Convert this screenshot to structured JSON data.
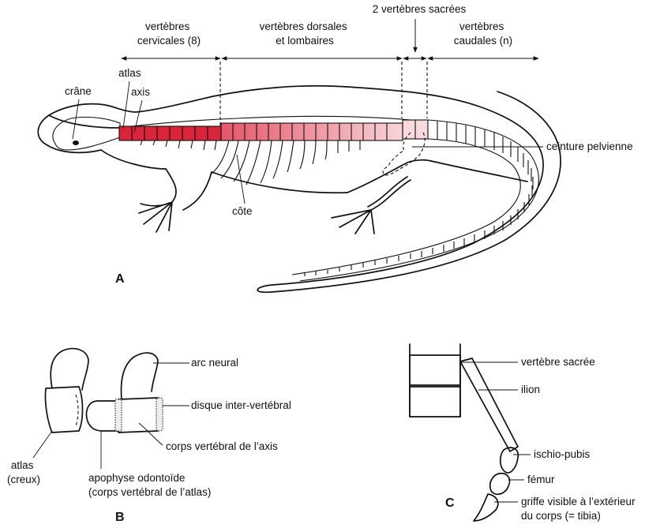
{
  "colors": {
    "cervical": "#d9243a",
    "dorsal_gradient": [
      "#e6566a",
      "#f7d4d8"
    ],
    "sacral": "#f8d9dc",
    "outline": "#111111"
  },
  "panel_a": {
    "letter": "A",
    "regions": {
      "cervical": [
        "vertèbres",
        "cervicales (8)"
      ],
      "dorsal": [
        "vertèbres dorsales",
        "et lombaires"
      ],
      "sacral": "2 vertèbres sacrées",
      "caudal": [
        "vertèbres",
        "caudales (n)"
      ]
    },
    "labels": {
      "crane": "crâne",
      "atlas": "atlas",
      "axis": "axis",
      "cote": "côte",
      "ceinture": "ceinture pelvienne"
    }
  },
  "panel_b": {
    "letter": "B",
    "labels": {
      "arc": "arc neural",
      "disque": "disque inter-vertébral",
      "corps_axis": "corps vertébral de l’axis",
      "atlas": [
        "atlas",
        "(creux)"
      ],
      "apophyse": [
        "apophyse odontoïde",
        "(corps vertébral de l’atlas)"
      ]
    }
  },
  "panel_c": {
    "letter": "C",
    "labels": {
      "vertebre": "vertèbre sacrée",
      "ilion": "ilion",
      "ischio": "ischio-pubis",
      "femur": "fémur",
      "griffe": [
        "griffe visible à l’extérieur",
        "du corps (= tibia)"
      ]
    }
  }
}
